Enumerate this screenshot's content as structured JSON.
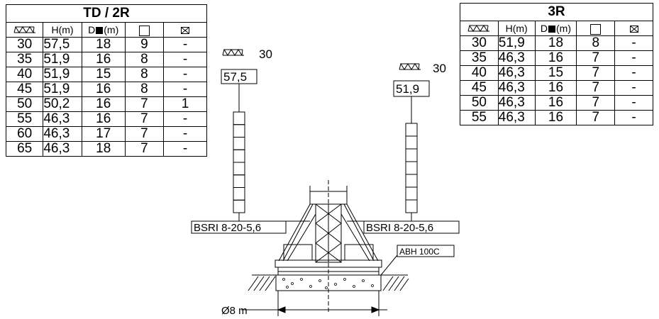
{
  "left_table": {
    "title": "TD / 2R",
    "headers": {
      "h": "H(m)",
      "d": "D",
      "d_unit": "(m)"
    },
    "rows": [
      [
        "30",
        "57,5",
        "18",
        "9",
        "-"
      ],
      [
        "35",
        "51,9",
        "16",
        "8",
        "-"
      ],
      [
        "40",
        "51,9",
        "15",
        "8",
        "-"
      ],
      [
        "45",
        "51,9",
        "16",
        "8",
        "-"
      ],
      [
        "50",
        "50,2",
        "16",
        "7",
        "1"
      ],
      [
        "55",
        "46,3",
        "16",
        "7",
        "-"
      ],
      [
        "60",
        "46,3",
        "17",
        "7",
        "-"
      ],
      [
        "65",
        "46,3",
        "18",
        "7",
        "-"
      ]
    ]
  },
  "right_table": {
    "title": "3R",
    "headers": {
      "h": "H(m)",
      "d": "D",
      "d_unit": "(m)"
    },
    "rows": [
      [
        "30",
        "51,9",
        "18",
        "8",
        "-"
      ],
      [
        "35",
        "46,3",
        "16",
        "7",
        "-"
      ],
      [
        "40",
        "46,3",
        "15",
        "7",
        "-"
      ],
      [
        "45",
        "46,3",
        "16",
        "7",
        "-"
      ],
      [
        "50",
        "46,3",
        "16",
        "7",
        "-"
      ],
      [
        "55",
        "46,3",
        "16",
        "7",
        "-"
      ]
    ]
  },
  "drawing": {
    "left_mast": {
      "jib": "30",
      "height": "57,5",
      "sections": 8,
      "base_label": "BSRI 8-20-5,6"
    },
    "right_mast": {
      "jib": "30",
      "height": "51,9",
      "sections": 7,
      "base_label": "BSRI 8-20-5,6"
    },
    "anchor_label": "ABH 100C",
    "diameter_label": "Ø8 m"
  },
  "icons": [
    "jib-truss-icon",
    "mast-section-icon",
    "ballast-icon"
  ]
}
